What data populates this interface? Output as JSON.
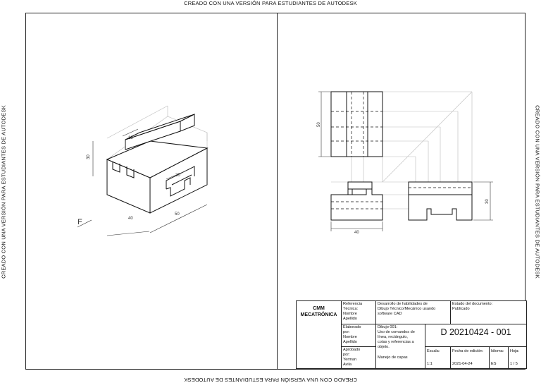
{
  "watermark": "CREADO CON UNA VERSIÓN PARA ESTUDIANTES DE AUTODESK",
  "iso_view": {
    "dimensions": [
      "30",
      "18",
      "40",
      "50",
      "20"
    ],
    "front_marker": "F"
  },
  "ortho_view": {
    "dimensions": [
      "50",
      "40",
      "30"
    ]
  },
  "title_block": {
    "company": [
      "CMM",
      "MECATRÓNICA"
    ],
    "ref_tecnica": [
      "Referencia",
      "Técnica:",
      "Nombre",
      "Apellido"
    ],
    "descripcion": [
      "Desarrollo de habilidades de",
      "Dibujo Técnico/Mecánico usando",
      "software CAD"
    ],
    "estado": [
      "Estado del documento:",
      "Publicado"
    ],
    "elaborado": [
      "Elaborado",
      "por:",
      "Nombre",
      "Apellido"
    ],
    "dibujo": [
      "Dibujo 001:",
      "",
      "Uso de comandos de",
      "línea, rectángulo,",
      "cotas y referencias a",
      "objeto."
    ],
    "capas": "Manejo de capas",
    "doc_number": "D 20210424 - 001",
    "aprobado": [
      "Aprobado",
      "por:",
      "Yerman",
      "Avila"
    ],
    "escala_label": "Escala:",
    "escala_value": "1:1",
    "fecha_label": "Fecha de edición:",
    "fecha_value": "2021-04-24",
    "idioma_label": "Idioma:",
    "idioma_value": "ES",
    "hoja_label": "Hoja:",
    "hoja_value": "1 / 5"
  }
}
